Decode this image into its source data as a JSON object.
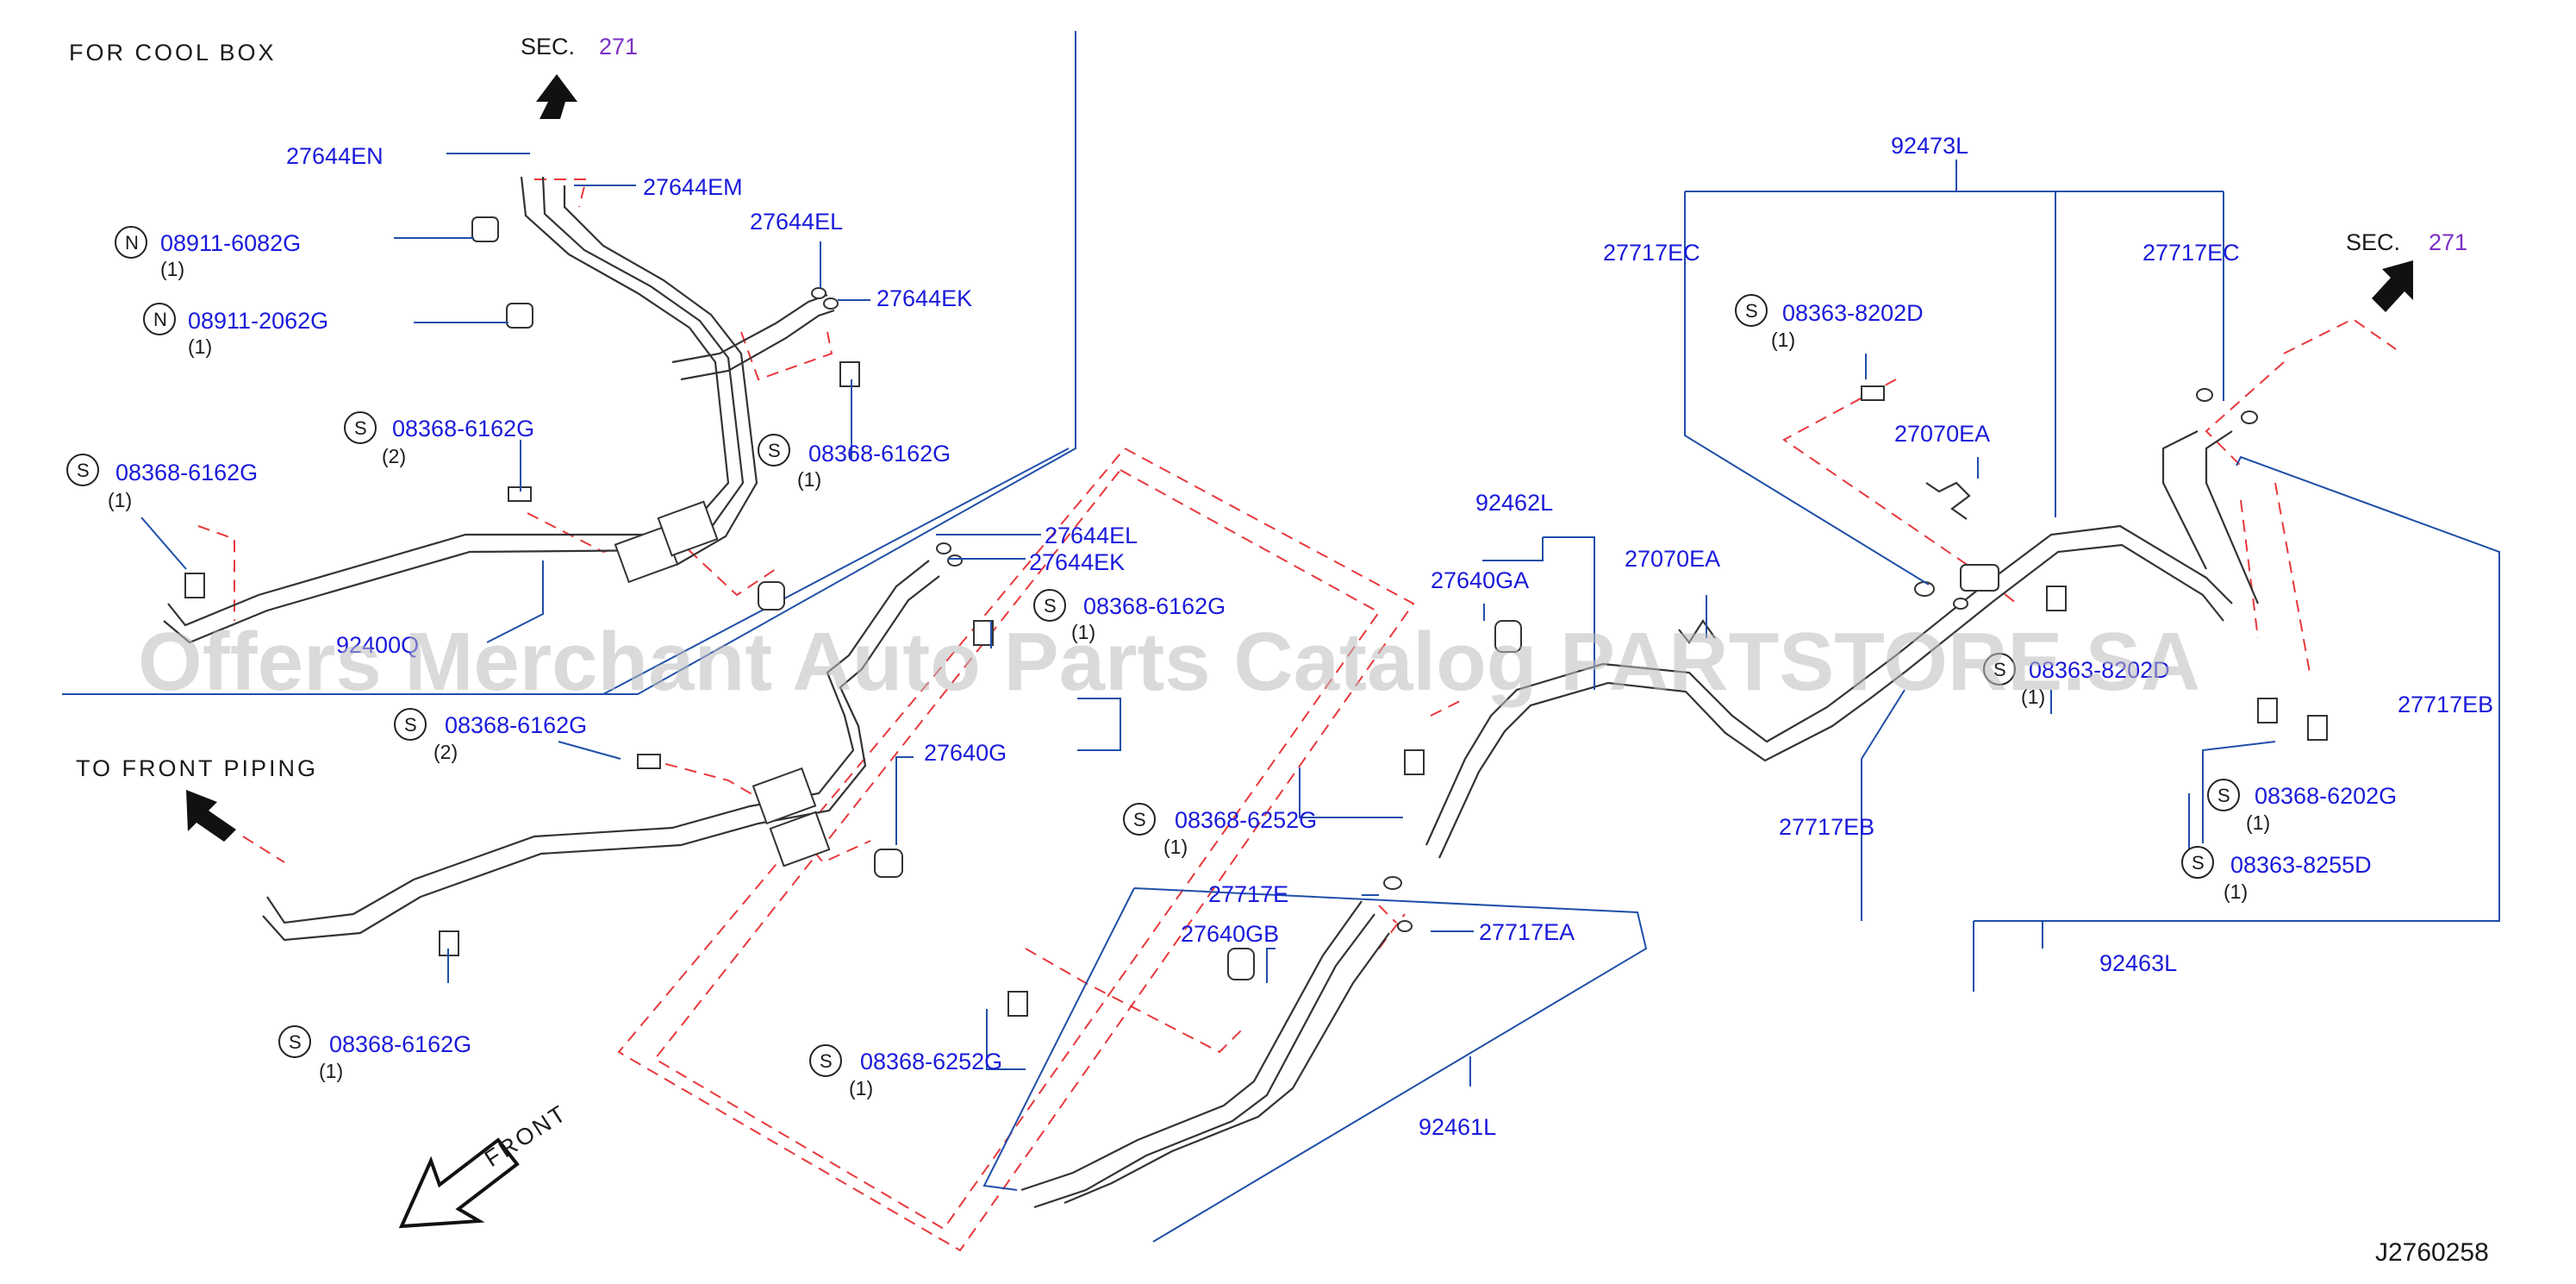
{
  "notes": {
    "cool_box": "FOR COOL BOX",
    "front_piping": "TO FRONT PIPING",
    "front": "FRONT",
    "sec_prefix": "SEC.",
    "sec_number": "271",
    "diagram_id": "J2760258"
  },
  "watermark": "Offers Merchant Auto Parts Catalog PARTSTORE.SA",
  "callouts": [
    {
      "id": "c1",
      "text": "27644EN"
    },
    {
      "id": "c2",
      "text": "27644EM"
    },
    {
      "id": "c3",
      "text": "08911-6082G",
      "symbol": "N",
      "qty": "(1)"
    },
    {
      "id": "c4",
      "text": "08911-2062G",
      "symbol": "N",
      "qty": "(1)"
    },
    {
      "id": "c5",
      "text": "27644EL"
    },
    {
      "id": "c6",
      "text": "27644EK"
    },
    {
      "id": "c7",
      "text": "08368-6162G",
      "symbol": "S",
      "qty": "(2)"
    },
    {
      "id": "c8",
      "text": "08368-6162G",
      "symbol": "S",
      "qty": "(1)"
    },
    {
      "id": "c9",
      "text": "08368-6162G",
      "symbol": "S",
      "qty": "(1)"
    },
    {
      "id": "c10",
      "text": "92400Q"
    },
    {
      "id": "c11",
      "text": "27644EL"
    },
    {
      "id": "c12",
      "text": "27644EK"
    },
    {
      "id": "c13",
      "text": "08368-6162G",
      "symbol": "S",
      "qty": "(1)"
    },
    {
      "id": "c14",
      "text": "08368-6162G",
      "symbol": "S",
      "qty": "(2)"
    },
    {
      "id": "c15",
      "text": "27640G"
    },
    {
      "id": "c16",
      "text": "08368-6162G",
      "symbol": "S",
      "qty": "(1)"
    },
    {
      "id": "c17",
      "text": "92462L"
    },
    {
      "id": "c18",
      "text": "27640GA"
    },
    {
      "id": "c19",
      "text": "27070EA"
    },
    {
      "id": "c20",
      "text": "08368-6252G",
      "symbol": "S",
      "qty": "(1)"
    },
    {
      "id": "c21",
      "text": "27717E"
    },
    {
      "id": "c22",
      "text": "27640GB"
    },
    {
      "id": "c23",
      "text": "27717EA"
    },
    {
      "id": "c24",
      "text": "08368-6252G",
      "symbol": "S",
      "qty": "(1)"
    },
    {
      "id": "c25",
      "text": "92461L"
    },
    {
      "id": "c26",
      "text": "92473L"
    },
    {
      "id": "c27",
      "text": "27717EC"
    },
    {
      "id": "c28",
      "text": "27717EC"
    },
    {
      "id": "c29",
      "text": "08363-8202D",
      "symbol": "S",
      "qty": "(1)"
    },
    {
      "id": "c30",
      "text": "27070EA"
    },
    {
      "id": "c31",
      "text": "08363-8202D",
      "symbol": "S",
      "qty": "(1)"
    },
    {
      "id": "c32",
      "text": "27717EB"
    },
    {
      "id": "c33",
      "text": "27717EB"
    },
    {
      "id": "c34",
      "text": "08368-6202G",
      "symbol": "S",
      "qty": "(1)"
    },
    {
      "id": "c35",
      "text": "08363-8255D",
      "symbol": "S",
      "qty": "(1)"
    },
    {
      "id": "c36",
      "text": "92463L"
    }
  ]
}
